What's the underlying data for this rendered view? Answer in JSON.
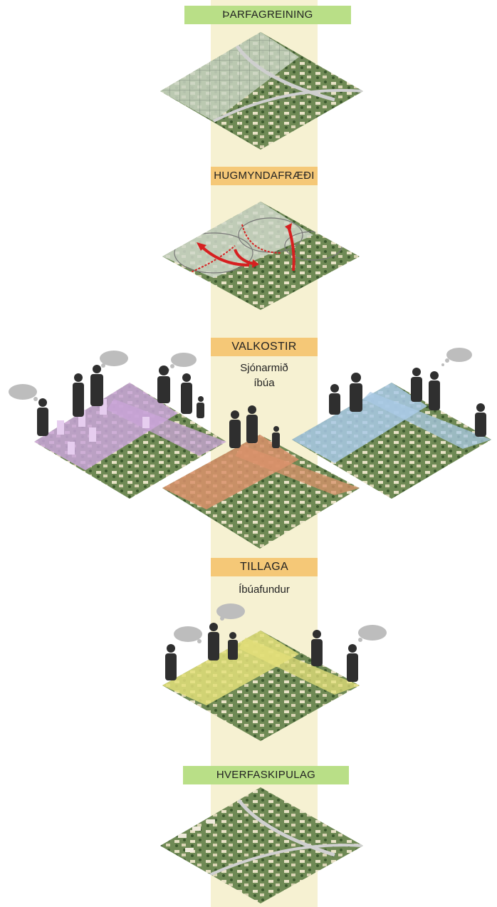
{
  "stages": [
    {
      "label": "ÞARFAGREINING",
      "color": "#b9df87"
    },
    {
      "label": "HUGMYNDAFRÆÐI",
      "color": "#f5c877"
    },
    {
      "label": "VALKOSTIR",
      "color": "#f5c877",
      "subtitle": [
        "Sjónarmið",
        "íbúa"
      ]
    },
    {
      "label": "TILLAGA",
      "color": "#f5c877",
      "subtitle": [
        "Íbúafundur"
      ]
    },
    {
      "label": "HVERFASKIPULAG",
      "color": "#b9df87"
    }
  ],
  "overlay_colors": {
    "purple": "#c9a4d8",
    "orange": "#d9916b",
    "blue": "#a9c9e6",
    "yellow": "#e3df7a",
    "arrow": "#d62020"
  },
  "icons": [
    "speech-bubble-icon",
    "person-silhouette-icon"
  ]
}
